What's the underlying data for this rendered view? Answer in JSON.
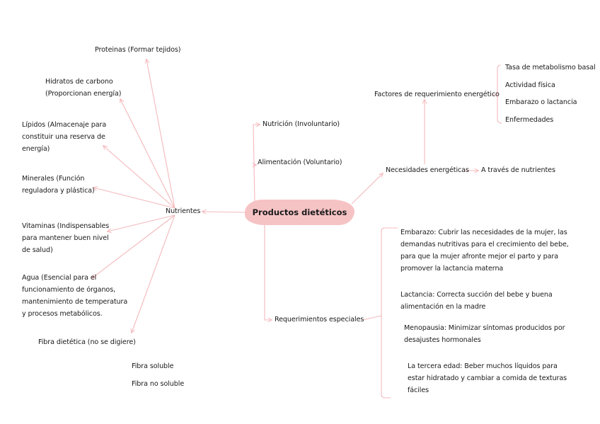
{
  "center": "Productos dietéticos",
  "left": {
    "hub": "Nutrientes",
    "proteinas": "Proteinas (Formar tejidos)",
    "hidratos": "Hidratos de carbono\n(Proporcionan energía)",
    "lipidos": "Lípidos (Almacenaje para\nconstituir una reserva de\nenergía)",
    "minerales": "Minerales (Función\nreguladora y plástica)",
    "vitaminas": "Vitaminas (Indispensables\npara mantener buen nivel\nde salud)",
    "agua": "Agua (Esencial para el\nfuncionamiento de órganos,\nmantenimiento de temperatura\ny procesos metabólicos.",
    "fibra": "Fibra dietética (no se digiere)",
    "fibra_soluble": "Fibra soluble",
    "fibra_no_soluble": "Fibra no soluble"
  },
  "middle": {
    "nutricion": "Nutrición (Involuntario)",
    "alimentacion": "Alimentación (Voluntario)",
    "requerimientos": "Requerimientos especiales"
  },
  "right": {
    "necesidades": "Necesidades energéticas",
    "traves": "A través de nutrientes",
    "factores": "Factores de requerimiento energético",
    "factor_items": [
      "Tasa de metabolismo basal",
      "Actividad física",
      "Embarazo o lactancia",
      "Enfermedades"
    ],
    "embarazo": "Embarazo: Cubrir las necesidades de la mujer, las\ndemandas nutritivas para el crecimiento del bebe,\npara que la mujer afronte mejor el parto y para\npromover la lactancia materna",
    "lactancia": "Lactancia: Correcta succión del bebe y buena\nalimentación en la madre",
    "menopausia": "Menopausia: Minimizar síntomas producidos por\ndesajustes hormonales",
    "tercera_edad": "La tercera edad: Beber muchos líquidos para\nestar hidratado y cambiar a comida de texturas\nfáciles"
  },
  "colors": {
    "line": "#f4b9bc",
    "blob": "#f6c3c5"
  }
}
